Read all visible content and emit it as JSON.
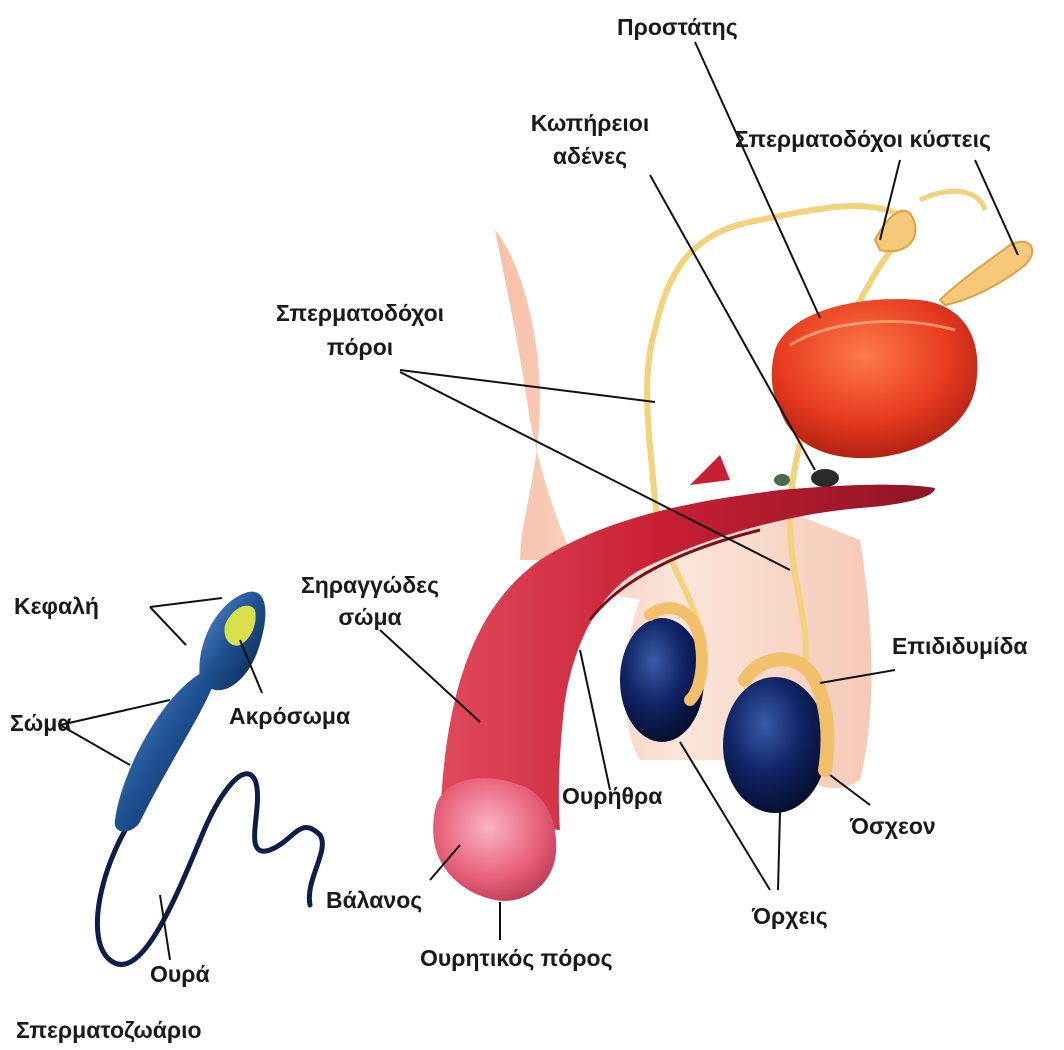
{
  "labels": {
    "prostatis": "Προστάτης",
    "kopireioi_1": "Κωπήρειοι",
    "kopireioi_2": "αδένες",
    "spermatodoxoi_kysteis": "Σπερματοδόχοι κύστεις",
    "spermatodoxoi_poroi_1": "Σπερματοδόχοι",
    "spermatodoxoi_poroi_2": "πόροι",
    "kefali": "Κεφαλή",
    "spongiodes_1": "Σηραγγώδες",
    "spongiodes_2": "σώμα",
    "soma": "Σώμα",
    "akrosoma": "Ακρόσωμα",
    "epididymida": "Επιδιδυμίδα",
    "ourithra": "Ουρήθρα",
    "osxeon": "Όσχεον",
    "balanos": "Βάλανος",
    "orxeis": "Όρχεις",
    "oura": "Ουρά",
    "ouritikos_poros": "Ουρητικός πόρος",
    "spermatozoario": "Σπερματοζωάριο"
  },
  "colors": {
    "penis": "#c8253a",
    "glans": "#e8607a",
    "prostate": "#e63a1e",
    "testis": "#0f1f5c",
    "duct": "#f2d27a",
    "skin": "#f8d6c8",
    "sperm": "#1d4f8f",
    "acrosome": "#d8e04a"
  }
}
